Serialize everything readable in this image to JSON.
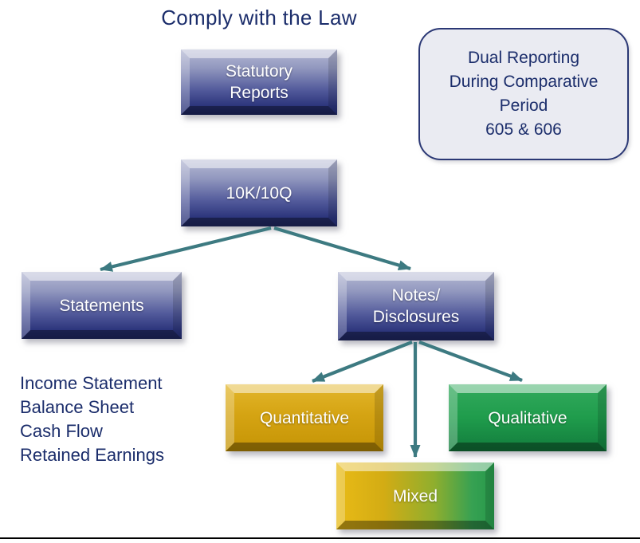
{
  "title": "Comply with the Law",
  "callout": {
    "lines": [
      "Dual Reporting",
      "During Comparative",
      "Period",
      "605 & 606"
    ]
  },
  "nodes": {
    "statutory_reports": {
      "label": "Statutory\nReports"
    },
    "ten_k_ten_q": {
      "label": "10K/10Q"
    },
    "statements": {
      "label": "Statements"
    },
    "notes_disclosures": {
      "label": "Notes/\nDisclosures"
    },
    "quantitative": {
      "label": "Quantitative"
    },
    "qualitative": {
      "label": "Qualitative"
    },
    "mixed": {
      "label": "Mixed"
    }
  },
  "statement_types": [
    "Income Statement",
    "Balance Sheet",
    "Cash Flow",
    "Retained Earnings"
  ],
  "colors": {
    "title_text": "#1b2d6b",
    "node_blue_top": "#b6bad4",
    "node_blue_bottom": "#222b6c",
    "node_gold": "#d2a00e",
    "node_green": "#1d9a4a",
    "arrow": "#3d7a81",
    "callout_fill": "#eaebf2",
    "callout_border": "#2b3875"
  }
}
